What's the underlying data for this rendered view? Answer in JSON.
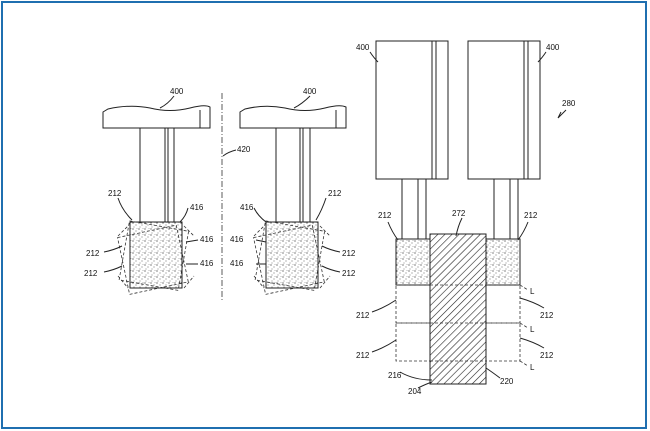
{
  "labels": {
    "l400_a": "400",
    "l400_b": "400",
    "l400_c": "400",
    "l400_d": "400",
    "l420": "420",
    "l280": "280",
    "l272": "272",
    "l212_a": "212",
    "l212_b": "212",
    "l212_c": "212",
    "l212_d": "212",
    "l212_e": "212",
    "l212_f": "212",
    "l212_g": "212",
    "l212_h": "212",
    "l212_i": "212",
    "l212_j": "212",
    "l212_k": "212",
    "l212_l": "212",
    "l416_a": "416",
    "l416_b": "416",
    "l416_c": "416",
    "l416_d": "416",
    "l416_e": "416",
    "l416_f": "416",
    "lL_a": "L",
    "lL_b": "L",
    "lL_c": "L",
    "l216": "216",
    "l204": "204",
    "l220": "220"
  },
  "colors": {
    "frame_border": "#1f6fb0"
  }
}
